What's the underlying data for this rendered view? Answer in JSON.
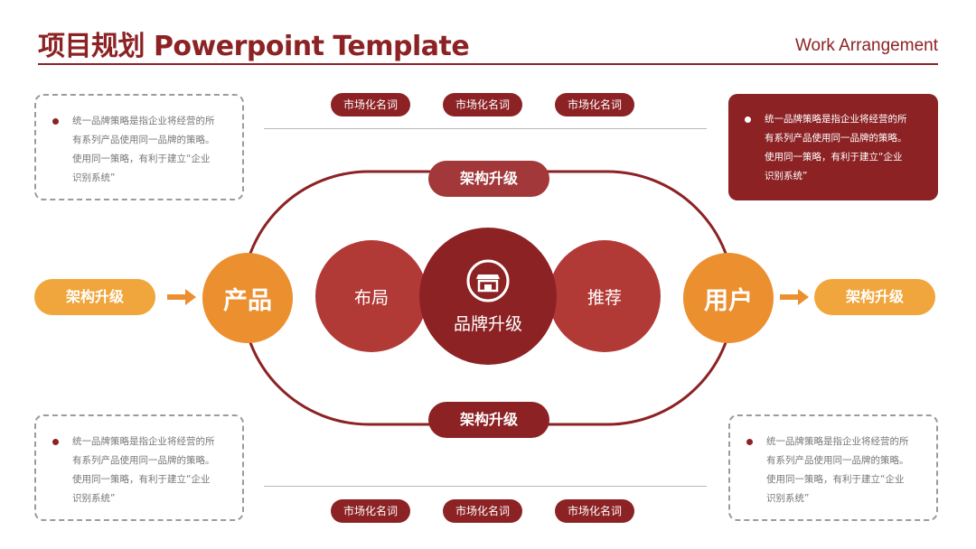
{
  "header": {
    "title": "项目规划 Powerpoint Template",
    "subtitle": "Work Arrangement"
  },
  "top_pills": [
    "市场化名词",
    "市场化名词",
    "市场化名词"
  ],
  "bottom_pills": [
    "市场化名词",
    "市场化名词",
    "市场化名词"
  ],
  "text_boxes": {
    "top_left": {
      "lines": [
        "统一品牌策略是指企业将经营的所",
        "有系列产品使用同一品牌的策略。",
        "使用同一策略，有利于建立“企业",
        "识别系统”"
      ]
    },
    "top_right": {
      "lines": [
        "统一品牌策略是指企业将经营的所",
        "有系列产品使用同一品牌的策略。",
        "使用同一策略，有利于建立“企业",
        "识别系统”"
      ]
    },
    "bottom_left": {
      "lines": [
        "统一品牌策略是指企业将经营的所",
        "有系列产品使用同一品牌的策略。",
        "使用同一策略，有利于建立“企业",
        "识别系统”"
      ]
    },
    "bottom_right": {
      "lines": [
        "统一品牌策略是指企业将经营的所",
        "有系列产品使用同一品牌的策略。",
        "使用同一策略，有利于建立“企业",
        "识别系统”"
      ]
    }
  },
  "loop": {
    "top_label": "架构升级",
    "bottom_label": "架构升级"
  },
  "flow": {
    "left_input": "架构升级",
    "left_node": "产品",
    "layout_node": "布局",
    "center_node": "品牌升级",
    "center_icon": "storefront-icon",
    "recommend_node": "推荐",
    "right_node": "用户",
    "right_output": "架构升级"
  },
  "colors": {
    "dark_red": "#8c2224",
    "mid_red": "#b23a36",
    "orange": "#eb8f2f",
    "light_orange": "#f0a63c",
    "dashed_border": "#9b9b9b"
  }
}
